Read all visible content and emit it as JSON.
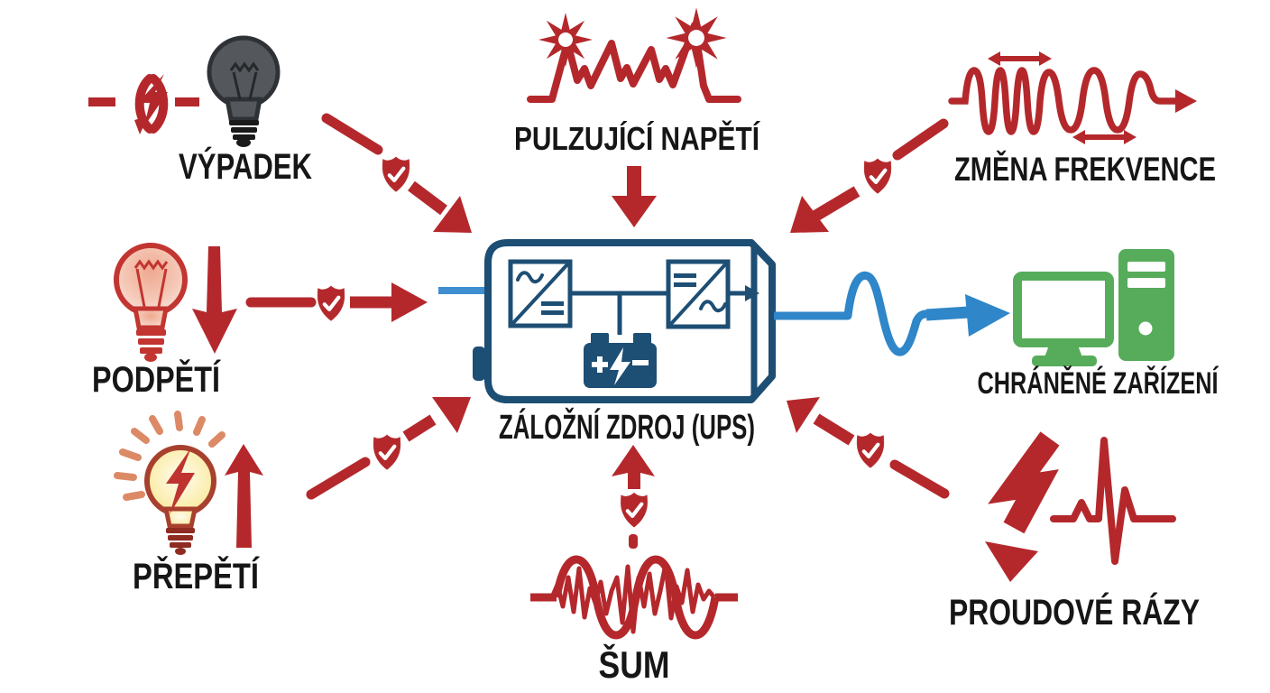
{
  "diagram": {
    "type": "ups-protection-diagram",
    "language": "cs",
    "colors": {
      "threat_red": "#b4282c",
      "device_navy": "#1d4e74",
      "power_blue": "#2f86c8",
      "protected_green": "#56ac5a",
      "label_black": "#161616",
      "background": "#ffffff"
    },
    "center": {
      "label": "ZÁLOŽNÍ ZDROJ (UPS)"
    },
    "output": {
      "label": "CHRÁNĚNÉ ZAŘÍZENÍ"
    },
    "threats": {
      "vypadek": {
        "label": "VÝPADEK"
      },
      "pulzujici_napeti": {
        "label": "PULZUJÍCÍ NAPĚTÍ"
      },
      "zmena_frekvence": {
        "label": "ZMĚNA FREKVENCE"
      },
      "podpeti": {
        "label": "PODPĚTÍ"
      },
      "prepeti": {
        "label": "PŘEPĚTÍ"
      },
      "sum": {
        "label": "ŠUM"
      },
      "proudove_razy": {
        "label": "PROUDOVÉ RÁZY"
      }
    }
  }
}
